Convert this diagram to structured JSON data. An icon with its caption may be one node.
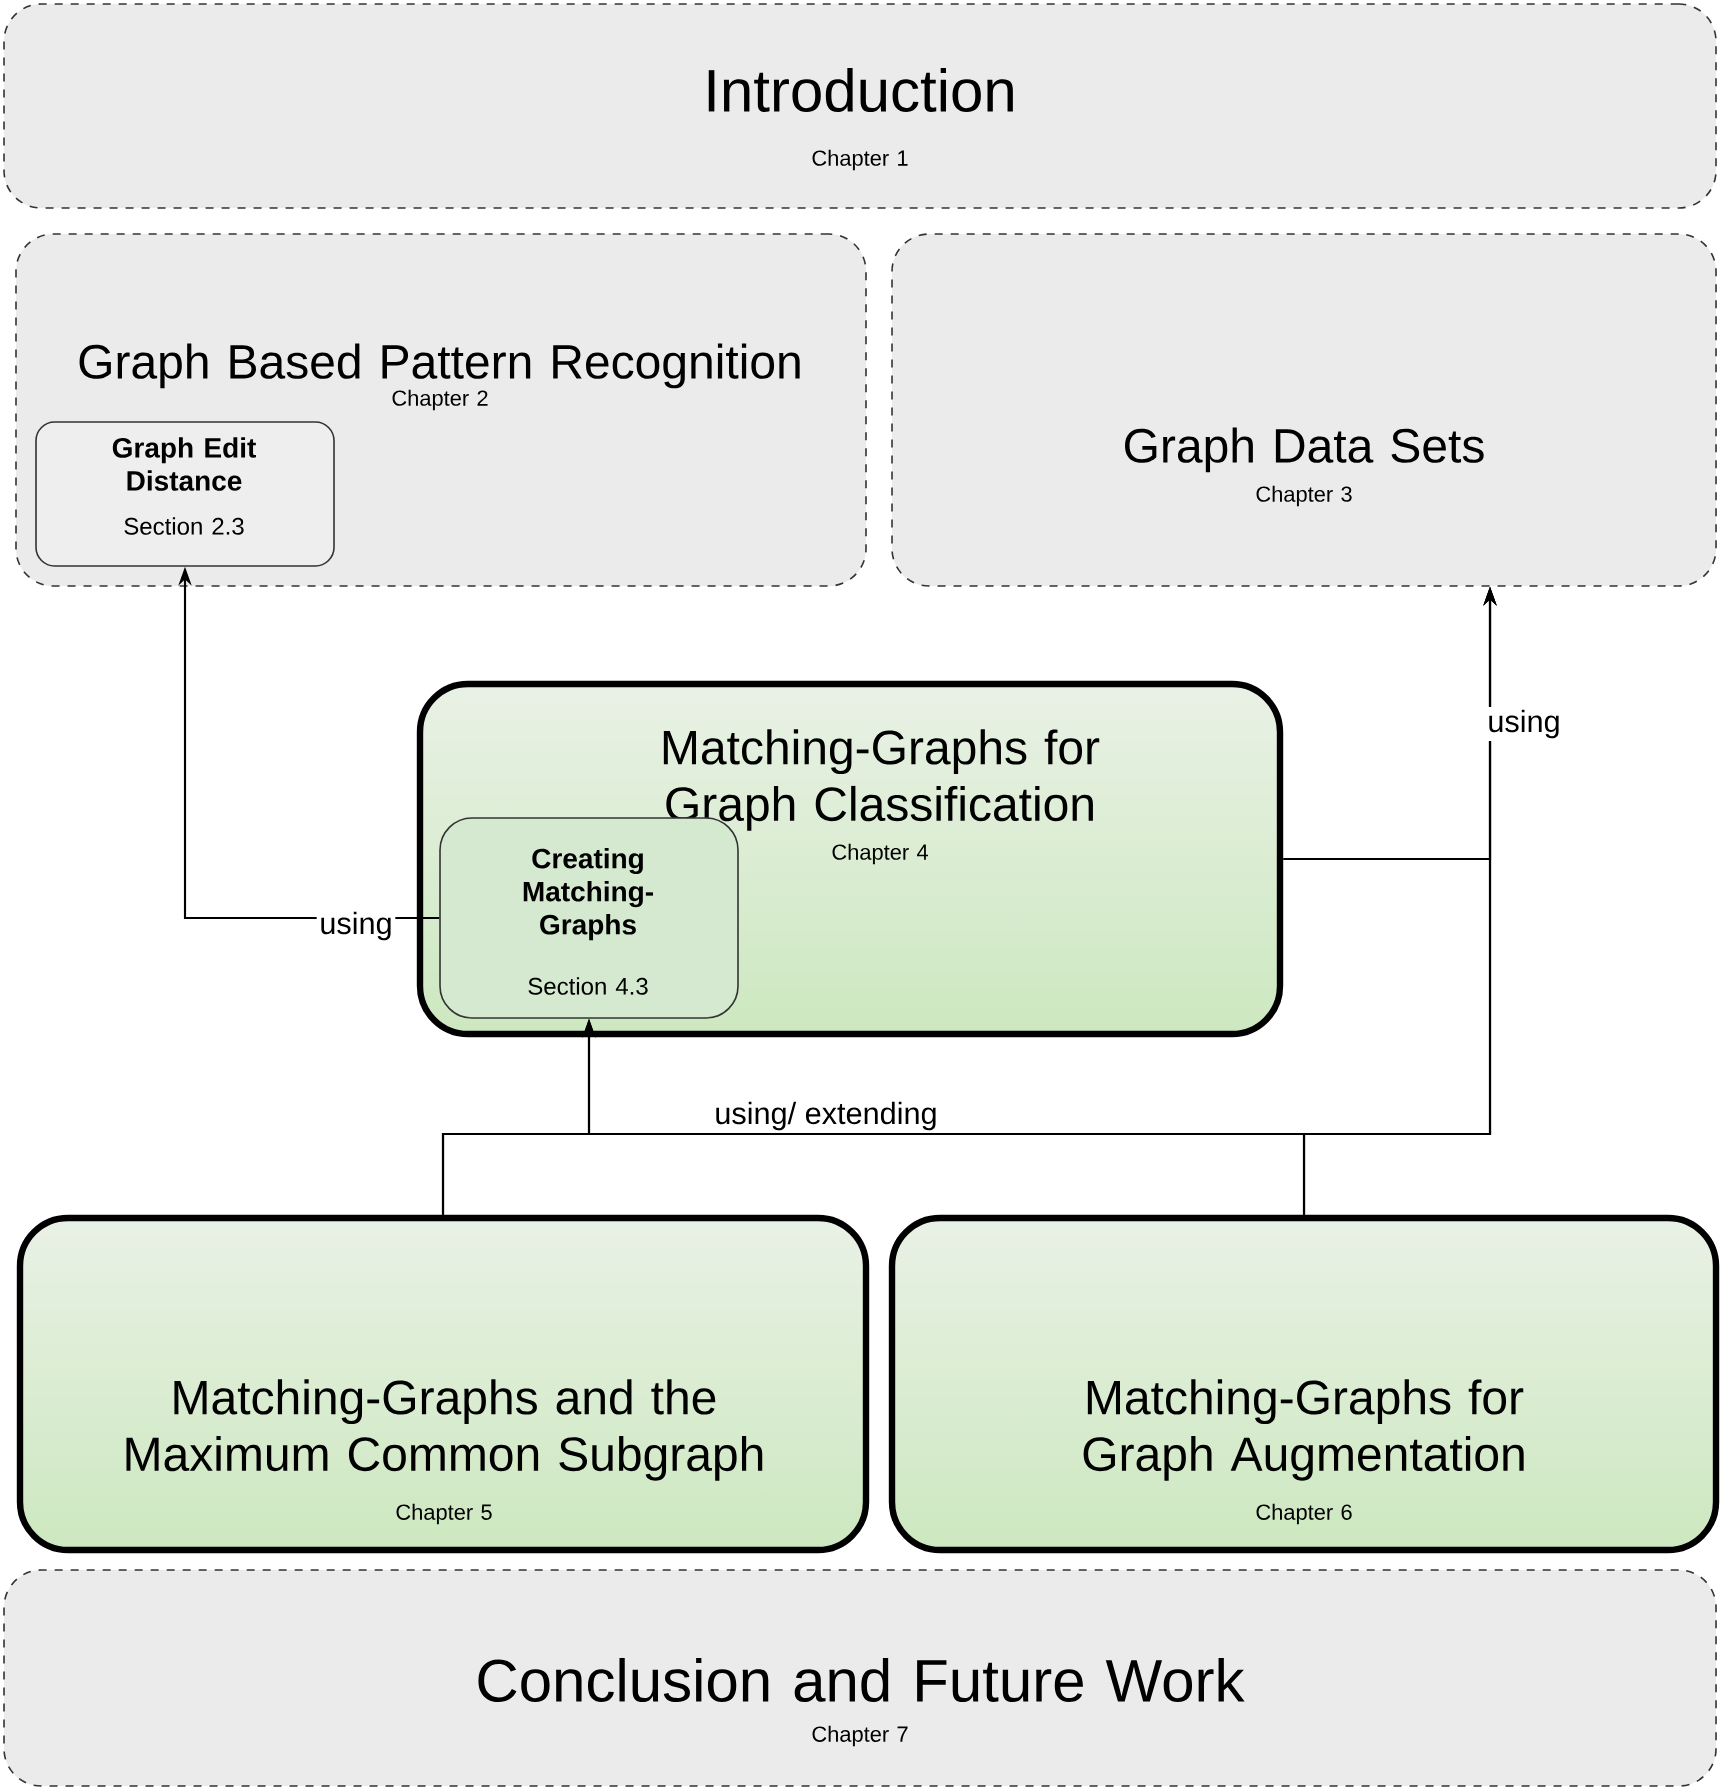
{
  "diagram": {
    "nodes": [
      {
        "text": [
          "Introduction",
          "Chapter 1"
        ]
      },
      {
        "text": [
          "Graph Based Pattern Recognition",
          "Chapter 2"
        ]
      },
      {
        "text": [
          "Graph Edit Distance",
          "Section 2.3"
        ],
        "in": 1
      },
      {
        "text": [
          "Graph Data Sets",
          "Chapter 3"
        ]
      },
      {
        "text": [
          "Matching-Graphs for Graph Classification",
          "Chapter 4"
        ]
      },
      {
        "text": [
          "Creating Matching-Graphs",
          "Section 4.3"
        ],
        "in": 4
      },
      {
        "text": [
          "Matching-Graphs and the Maximum Common Subgraph",
          "Chapter 5"
        ]
      },
      {
        "text": [
          "Matching-Graphs for Graph Augmentation",
          "Chapter 6"
        ]
      },
      {
        "text": [
          "Conclusion and Future Work",
          "Chapter 7"
        ]
      }
    ],
    "edges": [
      {
        "from": 5,
        "to": 2,
        "arrow": "to",
        "label": "using"
      },
      {
        "from": 4,
        "to": 3,
        "arrow": "to",
        "label": "using"
      },
      {
        "from": 6,
        "to": 5,
        "arrow": "to"
      },
      {
        "from": 7,
        "to": 5,
        "arrow": "to",
        "label": "using/ extending"
      },
      {
        "from": 6,
        "to": 3,
        "arrow": "to"
      },
      {
        "from": 7,
        "to": 3,
        "arrow": "to"
      }
    ]
  }
}
